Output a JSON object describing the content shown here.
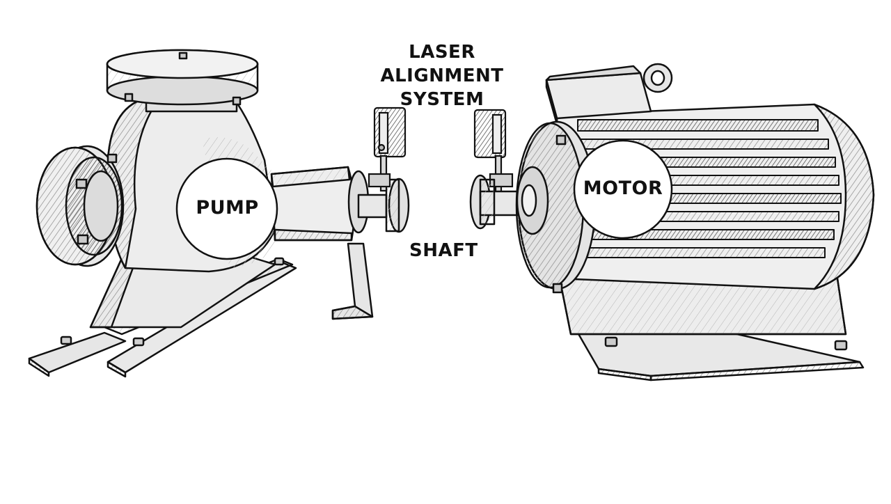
{
  "labels": {
    "laser_line1": "LASER",
    "laser_line2": "ALIGNMENT",
    "laser_line3": "SYSTEM",
    "shaft": "SHAFT",
    "pump": "PUMP",
    "motor": "MOTOR"
  },
  "colors": {
    "ink": "#111111",
    "metal_light": "#eeeeee",
    "metal_mid": "#cfcfcf",
    "metal_dark": "#9a9a9a",
    "label_disc": "#ffffff"
  }
}
